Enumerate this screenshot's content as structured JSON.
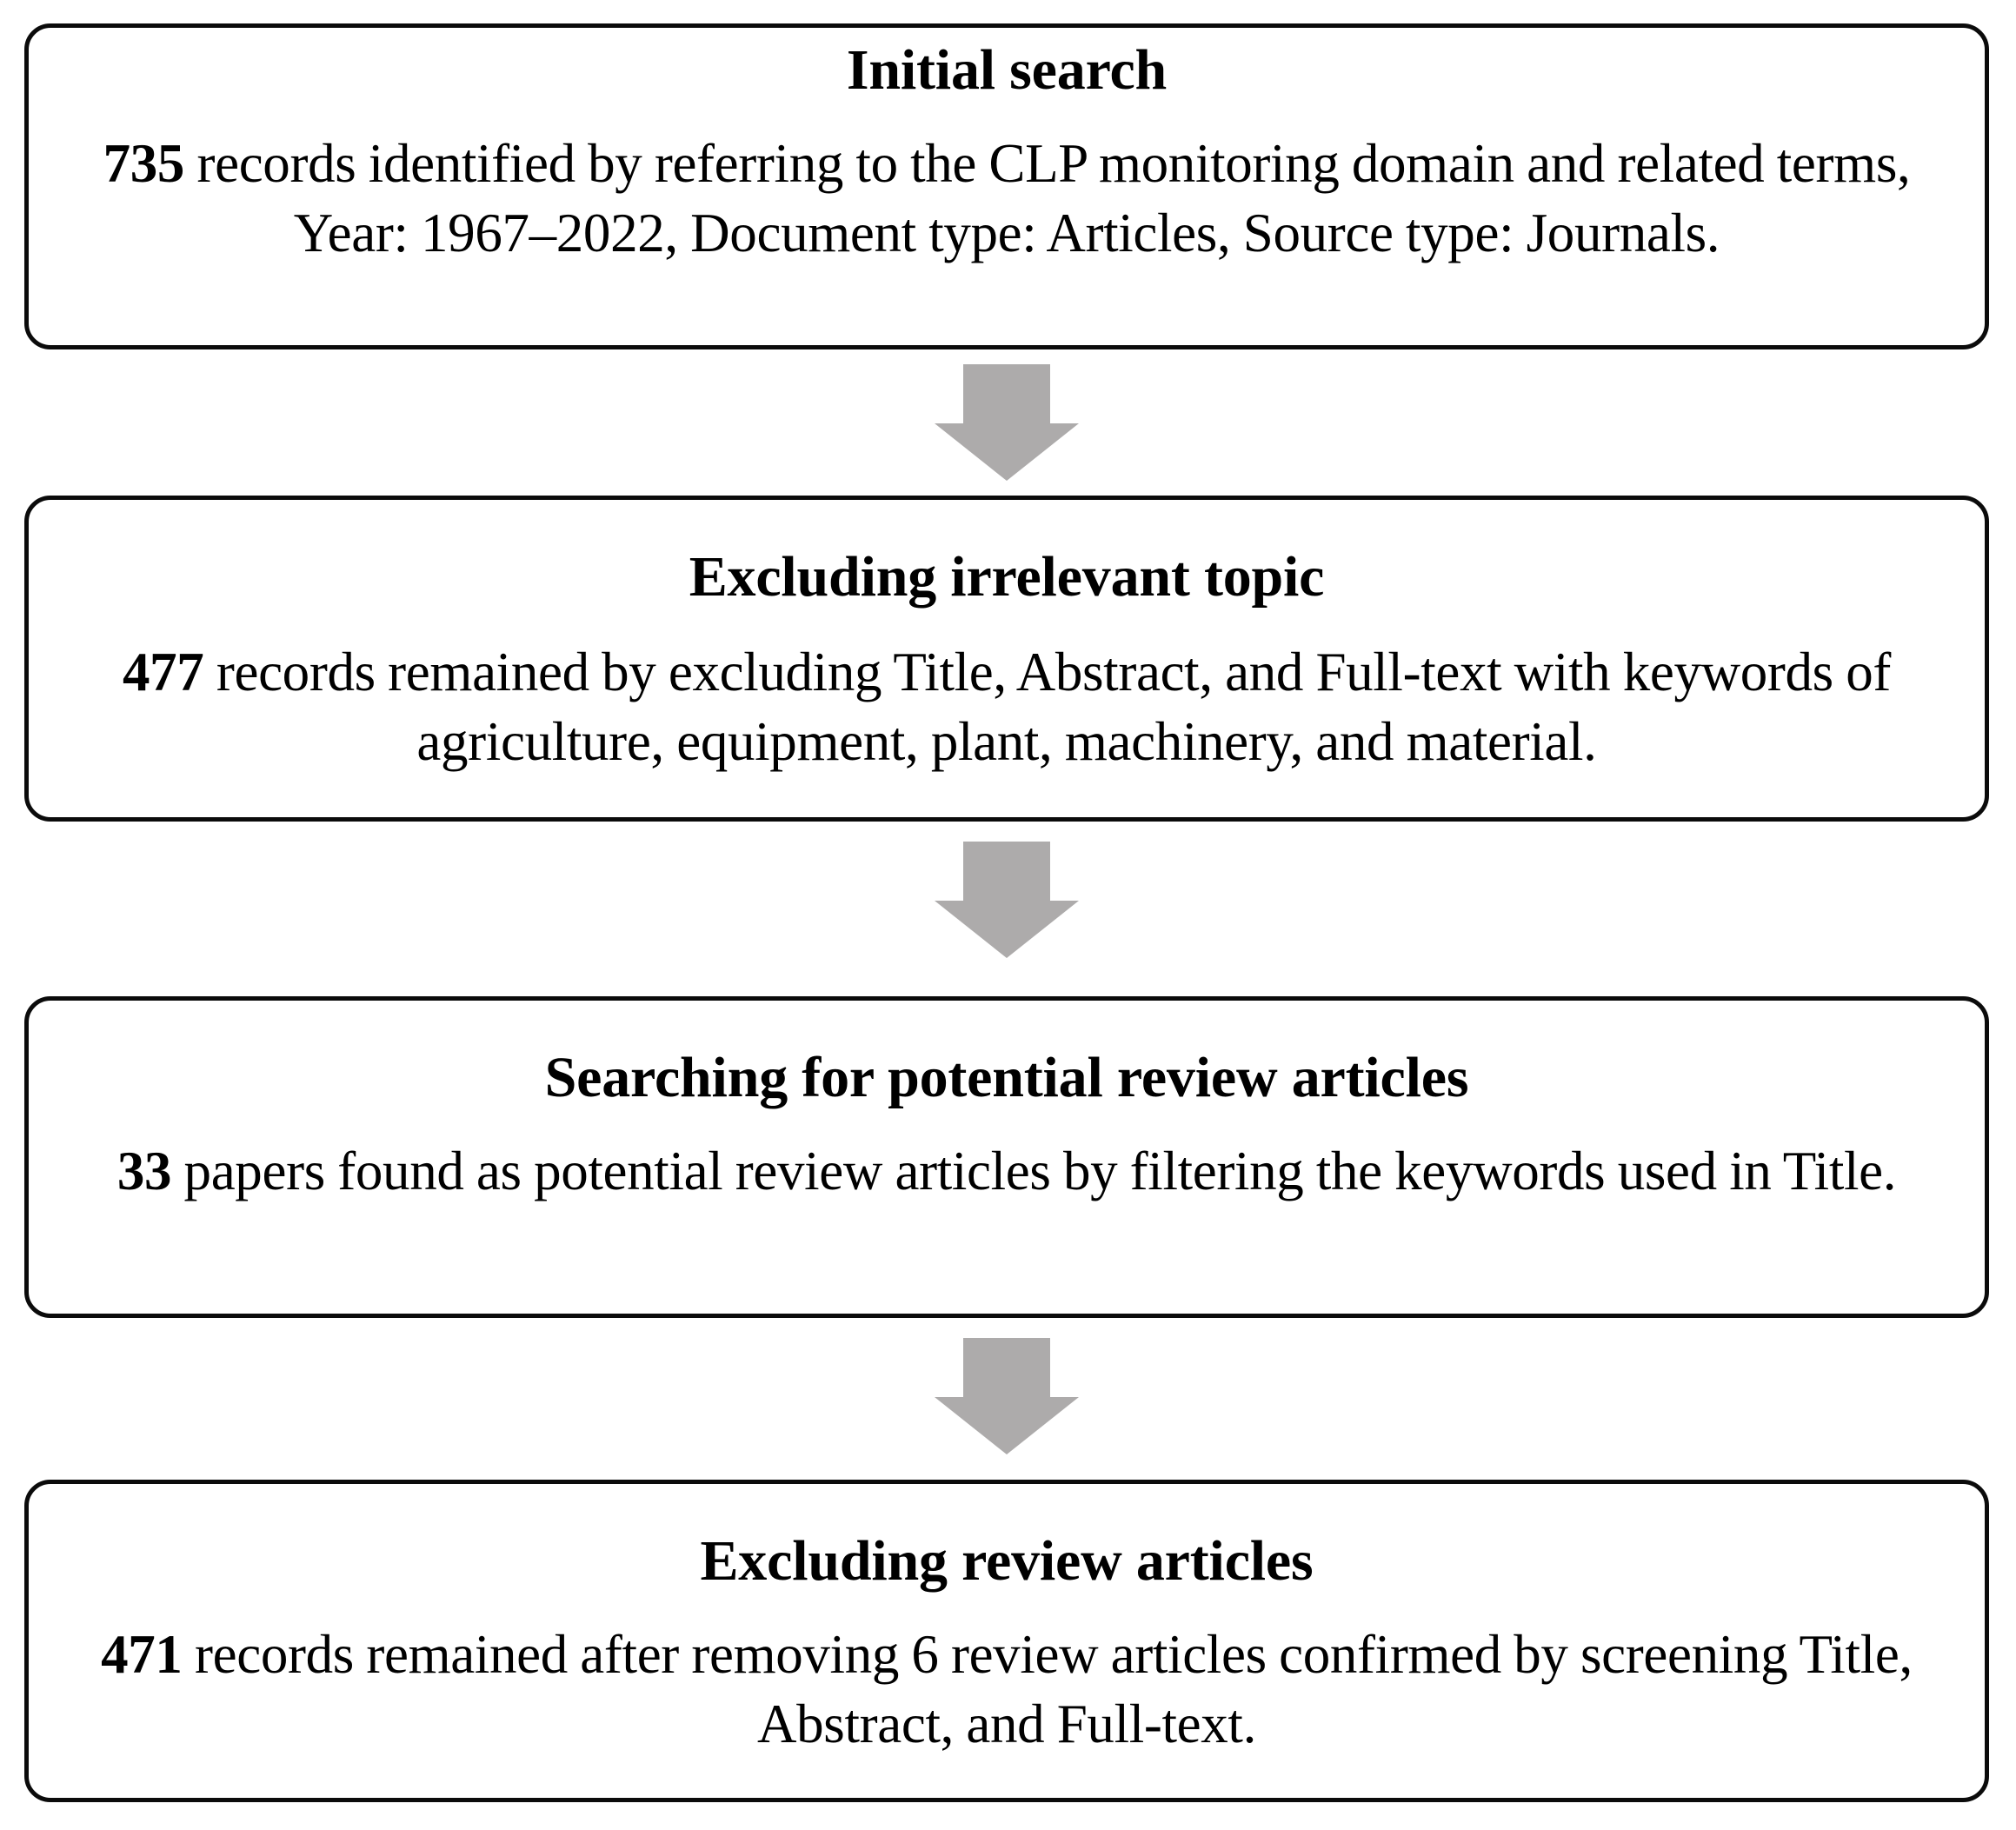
{
  "diagram": {
    "type": "flowchart",
    "orientation": "vertical",
    "accent_colors": {
      "box_border": "#0b0b0b",
      "box_fill": "#ffffff",
      "arrow_fill": "#adabab",
      "text": "#000000"
    },
    "connector_icon": "down-arrow-icon",
    "steps": [
      {
        "id": "initial-search",
        "title": "Initial search",
        "count": "735",
        "body_rest": " records identified by referring to the CLP monitoring domain and related terms, Year: 1967–2022, Document type: Articles, Source type: Journals.",
        "body_full": "735 records identified by referring to the CLP monitoring domain and related terms, Year: 1967–2022, Document type: Articles, Source type: Journals."
      },
      {
        "id": "excluding-irrelevant-topic",
        "title": "Excluding irrelevant topic",
        "count": "477",
        "body_rest": " records remained by excluding Title, Abstract, and Full-text with keywords of agriculture, equipment, plant, machinery, and material.",
        "body_full": "477 records remained by excluding Title, Abstract, and Full-text with keywords of agriculture, equipment, plant, machinery, and material."
      },
      {
        "id": "searching-potential-review-articles",
        "title": "Searching for potential review articles",
        "count": "33",
        "body_rest": " papers found as potential review articles by filtering the keywords used in Title.",
        "body_full": "33 papers found as potential review articles by filtering the keywords used in Title."
      },
      {
        "id": "excluding-review-articles",
        "title": "Excluding review articles",
        "count": "471",
        "body_rest": " records remained after removing 6 review articles confirmed by screening Title, Abstract, and Full-text.",
        "body_full": "471 records remained after removing 6 review articles confirmed by screening Title, Abstract, and Full-text."
      }
    ]
  }
}
